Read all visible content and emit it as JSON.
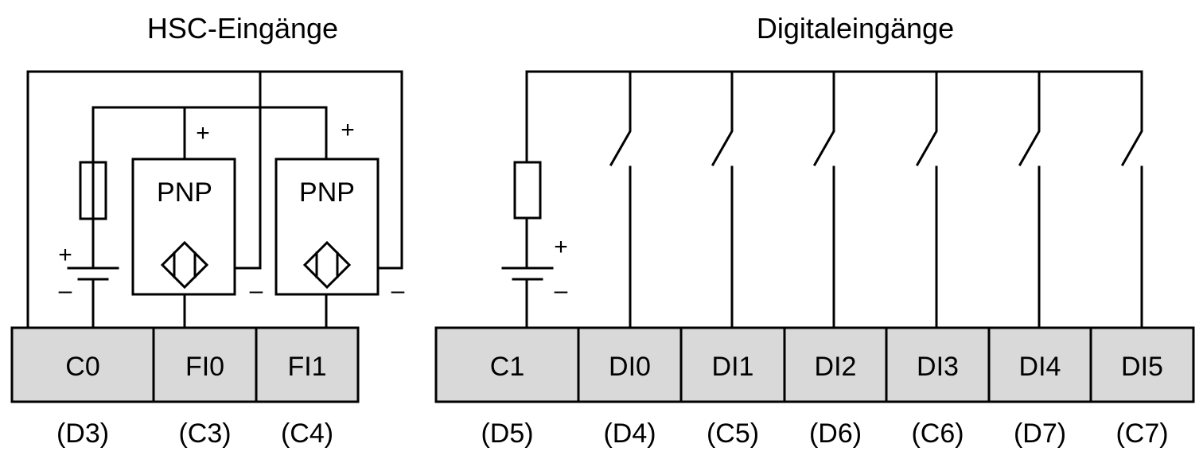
{
  "titles": {
    "hsc": "HSC-Eingänge",
    "digital": "Digitaleingänge"
  },
  "sensor_label": "PNP",
  "plus": "+",
  "minus": "–",
  "colors": {
    "terminal_fill": "#d9d9d9",
    "line": "#000000"
  },
  "hsc_terminals": [
    {
      "label": "C0",
      "pin": "(D3)"
    },
    {
      "label": "FI0",
      "pin": "(C3)"
    },
    {
      "label": "FI1",
      "pin": "(C4)"
    }
  ],
  "digital_terminals": [
    {
      "label": "C1",
      "pin": "(D5)"
    },
    {
      "label": "DI0",
      "pin": "(D4)"
    },
    {
      "label": "DI1",
      "pin": "(C5)"
    },
    {
      "label": "DI2",
      "pin": "(D6)"
    },
    {
      "label": "DI3",
      "pin": "(C6)"
    },
    {
      "label": "DI4",
      "pin": "(D7)"
    },
    {
      "label": "DI5",
      "pin": "(C7)"
    }
  ]
}
